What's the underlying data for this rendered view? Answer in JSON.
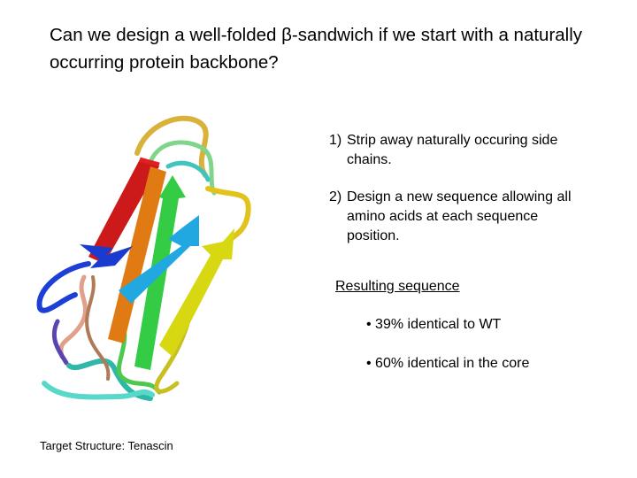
{
  "slide": {
    "title_part1": "Can we design a well-folded ",
    "title_beta": "β",
    "title_part2": "-sandwich if we start with a naturally occurring protein backbone?"
  },
  "steps": [
    {
      "num": "1)",
      "text": "Strip away naturally occuring side chains."
    },
    {
      "num": "2)",
      "text": "Design a new sequence allowing all amino acids at each sequence position."
    }
  ],
  "result": {
    "heading": "Resulting sequence",
    "bullets": [
      "• 39% identical to WT",
      "• 60% identical in the core"
    ]
  },
  "figure": {
    "caption": "Target Structure:  Tenascin",
    "strand_colors": [
      "#cc1a1a",
      "#e07a12",
      "#33cc44",
      "#22a8e0",
      "#d8d812",
      "#1a3bd0"
    ]
  }
}
